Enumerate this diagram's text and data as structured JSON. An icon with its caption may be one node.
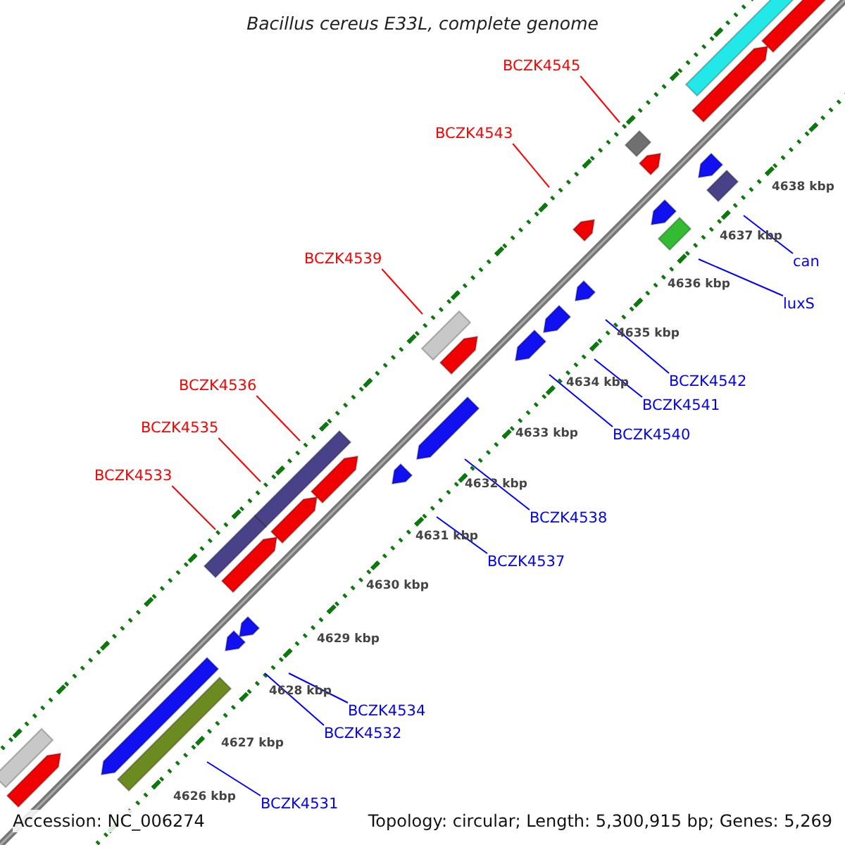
{
  "diagram": {
    "title": "Bacillus cereus E33L, complete genome",
    "nodes": [
      {
        "text": [
          "BCZK4545"
        ]
      },
      {
        "text": [
          "BCZK4543"
        ]
      },
      {
        "text": [
          "BCZK4539"
        ]
      },
      {
        "text": [
          "can"
        ]
      },
      {
        "text": [
          "luxS"
        ]
      },
      {
        "text": [
          "BCZK4542"
        ]
      },
      {
        "text": [
          "BCZK4536"
        ]
      },
      {
        "text": [
          "BCZK4541"
        ]
      },
      {
        "text": [
          "BCZK4535"
        ]
      },
      {
        "text": [
          "BCZK4540"
        ]
      },
      {
        "text": [
          "BCZK4533"
        ]
      },
      {
        "text": [
          "BCZK4538"
        ]
      },
      {
        "text": [
          "BCZK4537"
        ]
      },
      {
        "text": [
          "BCZK4534"
        ]
      },
      {
        "text": [
          "BCZK4532"
        ]
      },
      {
        "text": [
          "BCZK4531"
        ]
      }
    ],
    "edges": [
      {
        "from": 0,
        "to": null,
        "arrow": "none",
        "color": "#ff0000"
      },
      {
        "from": 1,
        "to": null,
        "arrow": "none",
        "color": "#ff0000"
      },
      {
        "from": 2,
        "to": null,
        "arrow": "none",
        "color": "#ff0000"
      },
      {
        "from": 3,
        "to": null,
        "arrow": "none"
      },
      {
        "from": 4,
        "to": null,
        "arrow": "none"
      },
      {
        "from": 5,
        "to": null,
        "arrow": "none"
      },
      {
        "from": 6,
        "to": null,
        "arrow": "none",
        "color": "#ff0000"
      },
      {
        "from": 7,
        "to": null,
        "arrow": "none"
      },
      {
        "from": 8,
        "to": null,
        "arrow": "none",
        "color": "#ff0000"
      },
      {
        "from": 9,
        "to": null,
        "arrow": "none"
      },
      {
        "from": 10,
        "to": null,
        "arrow": "none",
        "color": "#ff0000"
      },
      {
        "from": 11,
        "to": null,
        "arrow": "none"
      },
      {
        "from": 12,
        "to": null,
        "arrow": "none"
      },
      {
        "from": 13,
        "to": null,
        "arrow": "none"
      },
      {
        "from": 14,
        "to": null,
        "arrow": "none"
      },
      {
        "from": 15,
        "to": null,
        "arrow": "none"
      }
    ],
    "labels": [
      "4638 kbp",
      "4637 kbp",
      "4636 kbp",
      "4635 kbp",
      "4634 kbp",
      "4633 kbp",
      "4632 kbp",
      "4631 kbp",
      "4630 kbp",
      "4629 kbp",
      "4628 kbp",
      "4627 kbp",
      "4626 kbp",
      "Accession: NC_006274",
      "Topology: circular; Length: 5,300,915 bp; Genes: 5,269"
    ]
  }
}
